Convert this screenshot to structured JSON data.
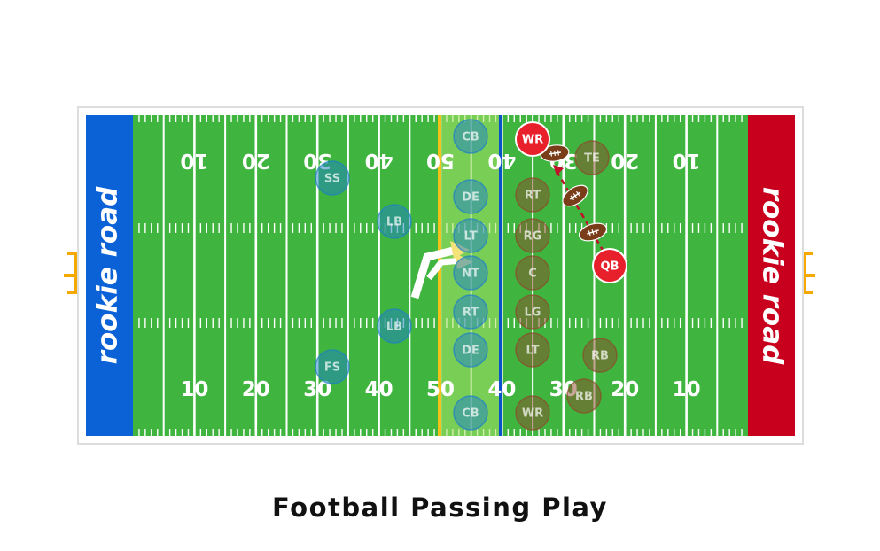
{
  "title": "Football Passing Play",
  "brand": {
    "left_endzone_text": "rookie road",
    "right_endzone_text": "rookie road",
    "left_endzone_color": "#0A62D6",
    "right_endzone_color": "#C8001E"
  },
  "field": {
    "turf_color": "#3FB53F",
    "line_of_scrimmage_color": "#0A52C8",
    "first_down_color": "#F3C21A",
    "goalpost_color": "#F5A800",
    "yard_numbers_top": [
      "10",
      "20",
      "30",
      "40",
      "50",
      "40",
      "30",
      "20",
      "10"
    ],
    "yard_numbers_bottom": [
      "10",
      "20",
      "30",
      "40",
      "50",
      "40",
      "30",
      "20",
      "10"
    ]
  },
  "players": {
    "defense": [
      "CB",
      "SS",
      "LB",
      "DE",
      "LT",
      "NT",
      "RT",
      "DE",
      "LB",
      "FS",
      "CB"
    ],
    "offense": [
      "WR",
      "TE",
      "RT",
      "RG",
      "C",
      "LG",
      "LT",
      "RB",
      "RB",
      "WR",
      "QB"
    ],
    "highlighted": [
      "WR",
      "QB"
    ],
    "defense_color": "#1E7FC8",
    "offense_color": "#8B4A2B",
    "highlight_color": "#E8202C"
  },
  "ball_color": "#7A3D1A",
  "pass_path_color": "#C0102A"
}
